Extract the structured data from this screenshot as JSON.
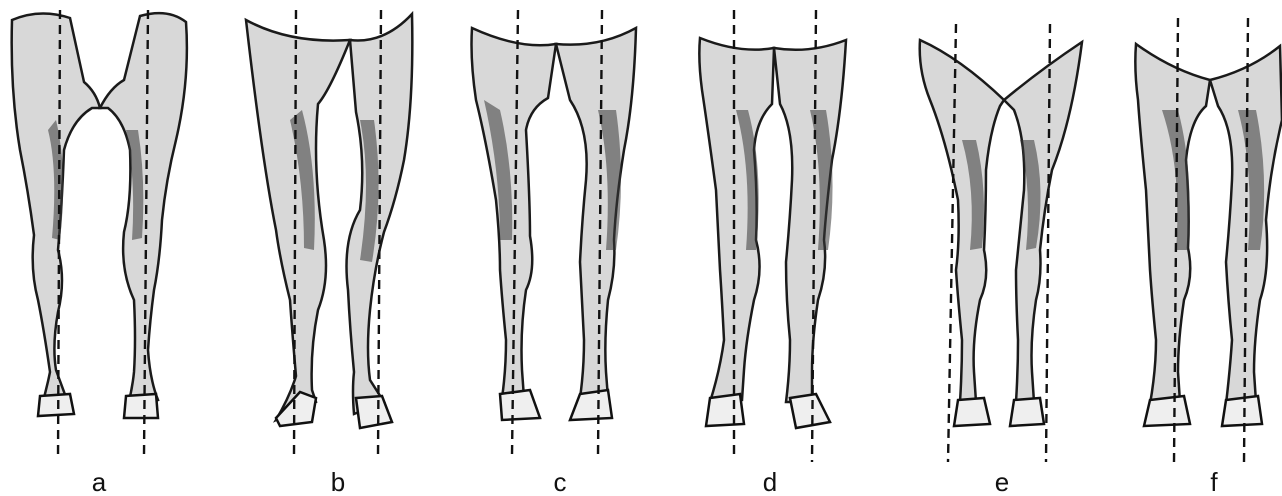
{
  "figure": {
    "panels": [
      {
        "id": "a",
        "label": "a"
      },
      {
        "id": "b",
        "label": "b"
      },
      {
        "id": "c",
        "label": "c"
      },
      {
        "id": "d",
        "label": "d"
      },
      {
        "id": "e",
        "label": "e"
      },
      {
        "id": "f",
        "label": "f"
      }
    ]
  }
}
